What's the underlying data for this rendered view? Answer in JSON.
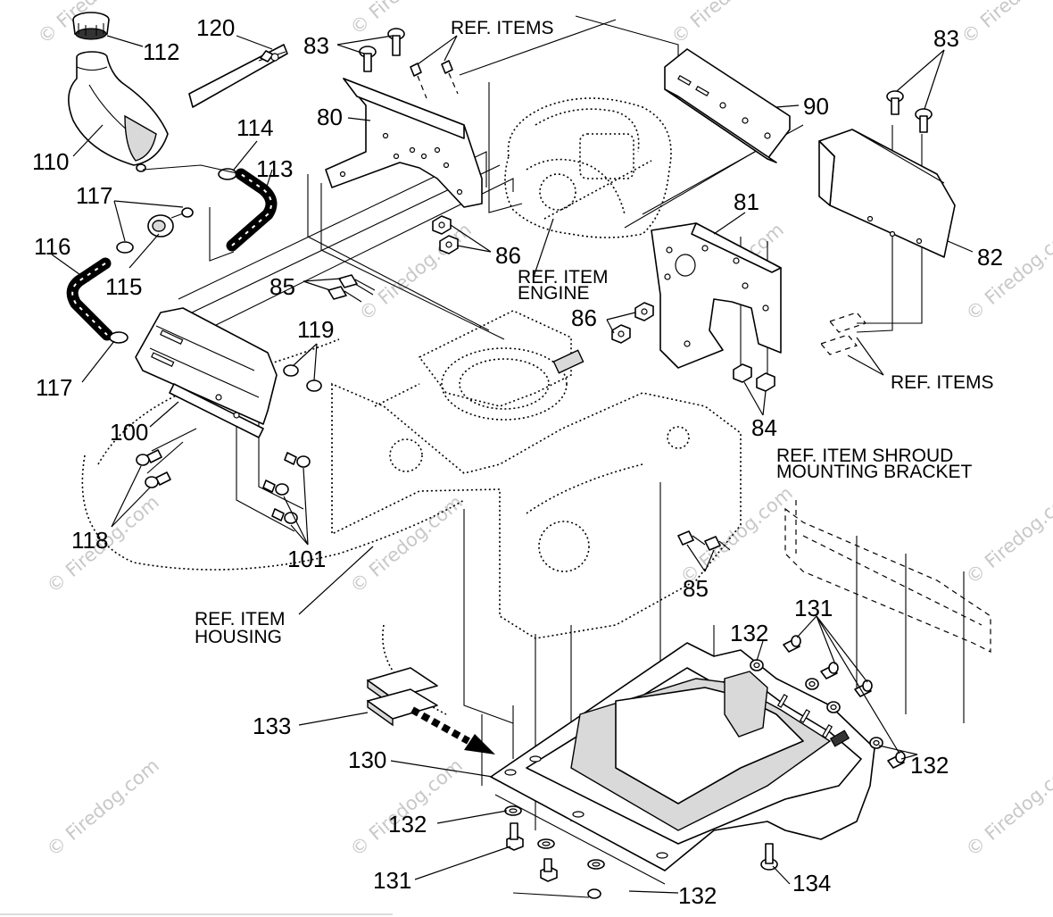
{
  "watermark": "© Firedog.com",
  "callouts": {
    "c112": "112",
    "c120": "120",
    "c83a": "83",
    "c83b": "83",
    "c110": "110",
    "c80": "80",
    "c114": "114",
    "c113": "113",
    "c90": "90",
    "c117a": "117",
    "c116": "116",
    "c115": "115",
    "c81": "81",
    "c82": "82",
    "c86a": "86",
    "c85a": "85",
    "c86b": "86",
    "c119": "119",
    "c117b": "117",
    "c100": "100",
    "c84": "84",
    "c118": "118",
    "c101": "101",
    "c85b": "85",
    "c131a": "131",
    "c132a": "132",
    "c133": "133",
    "c130": "130",
    "c132b": "132",
    "c132c": "132",
    "c131b": "131",
    "c132d": "132",
    "c134": "134"
  },
  "refs": {
    "items_top": "REF. ITEMS",
    "engine_1": "REF. ITEM",
    "engine_2": "ENGINE",
    "items_right": "REF. ITEMS",
    "shroud_1": "REF. ITEM SHROUD",
    "shroud_2": "MOUNTING BRACKET",
    "housing_1": "REF. ITEM",
    "housing_2": "HOUSING"
  }
}
